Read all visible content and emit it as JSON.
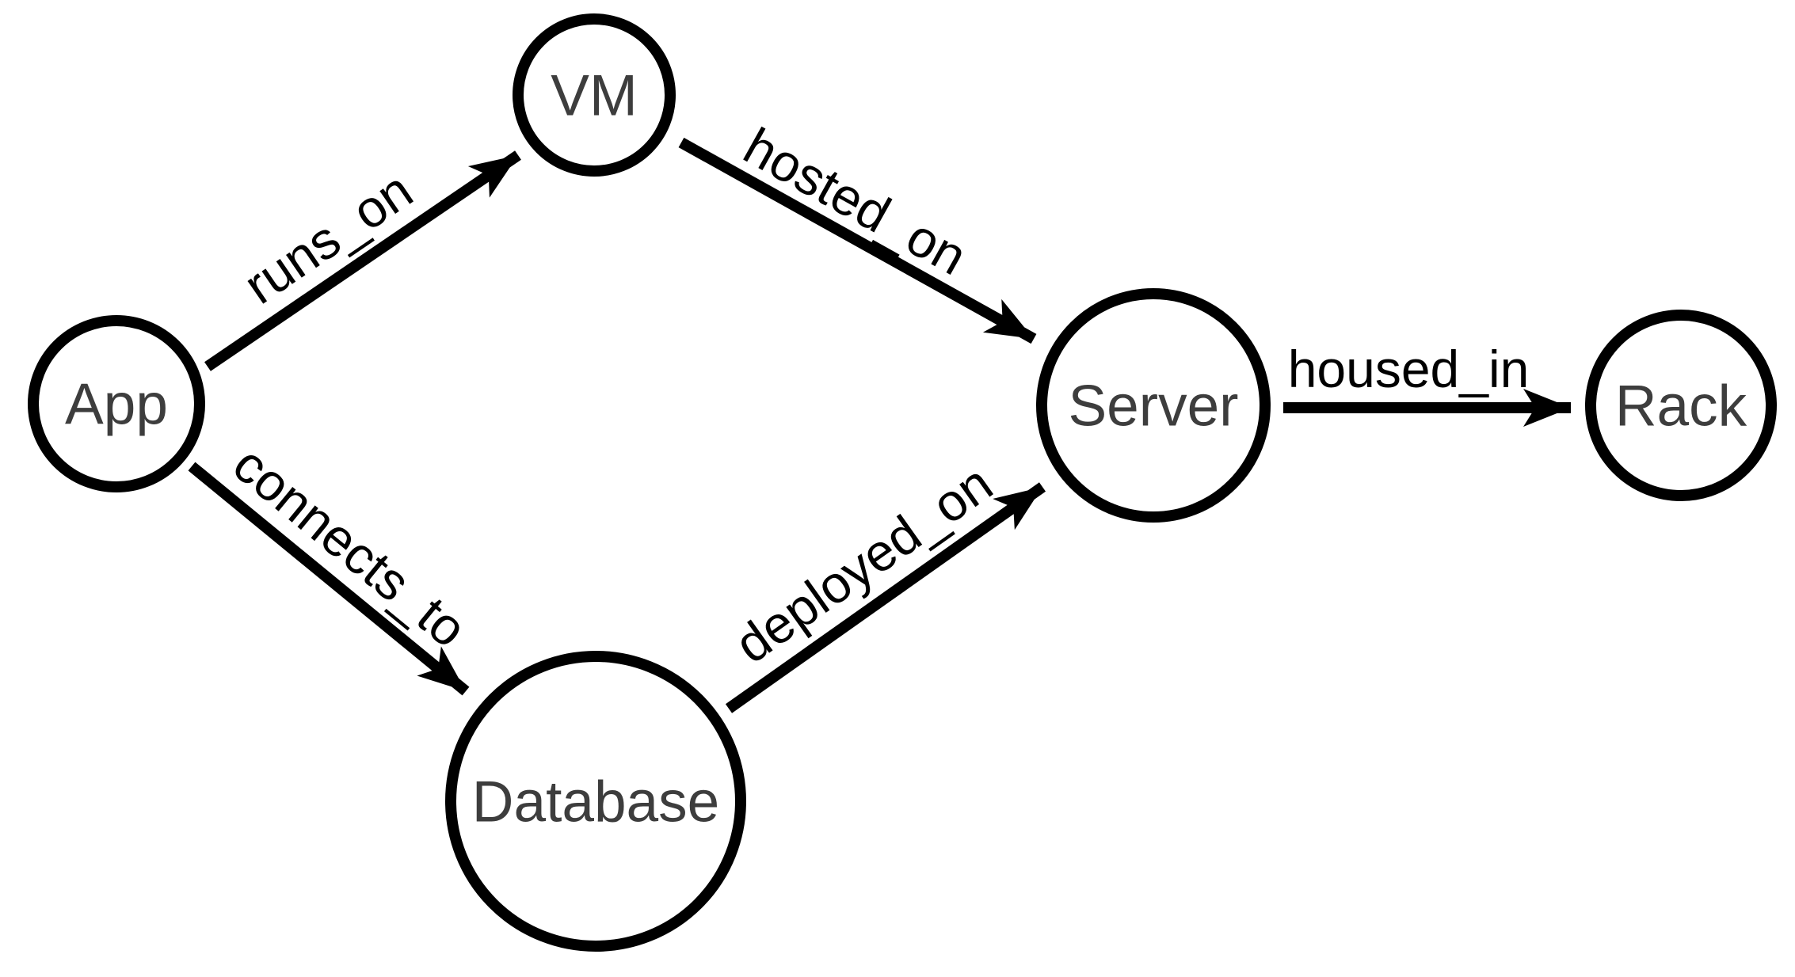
{
  "diagram": {
    "type": "directed-graph",
    "background_color": "#ffffff",
    "edge_color": "#000000",
    "node_border_color": "#000000",
    "node_fill_color": "#ffffff",
    "node_label_color": "#3d3d3d",
    "edge_label_color": "#000000",
    "nodes": [
      {
        "id": "app",
        "label": "App"
      },
      {
        "id": "vm",
        "label": "VM"
      },
      {
        "id": "server",
        "label": "Server"
      },
      {
        "id": "rack",
        "label": "Rack"
      },
      {
        "id": "database",
        "label": "Database"
      }
    ],
    "edges": [
      {
        "from": "App",
        "to": "VM",
        "label": "runs_on"
      },
      {
        "from": "VM",
        "to": "Server",
        "label": "hosted_on"
      },
      {
        "from": "Server",
        "to": "Rack",
        "label": "housed_in"
      },
      {
        "from": "App",
        "to": "Database",
        "label": "connects_to"
      },
      {
        "from": "Database",
        "to": "Server",
        "label": "deployed_on"
      }
    ]
  }
}
